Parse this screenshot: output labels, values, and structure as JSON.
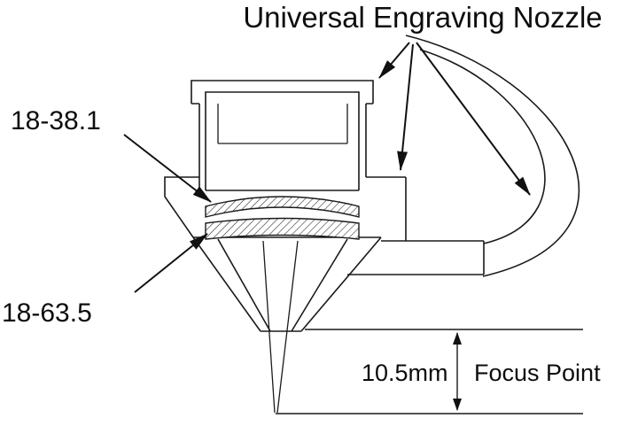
{
  "title": "Universal Engraving Nozzle",
  "labels": {
    "lens_top": "18-38.1",
    "lens_bottom": "18-63.5",
    "focal_distance": "10.5mm",
    "focus_point": "Focus Point"
  },
  "colors": {
    "line": "#1a1a1a",
    "background": "#ffffff"
  }
}
